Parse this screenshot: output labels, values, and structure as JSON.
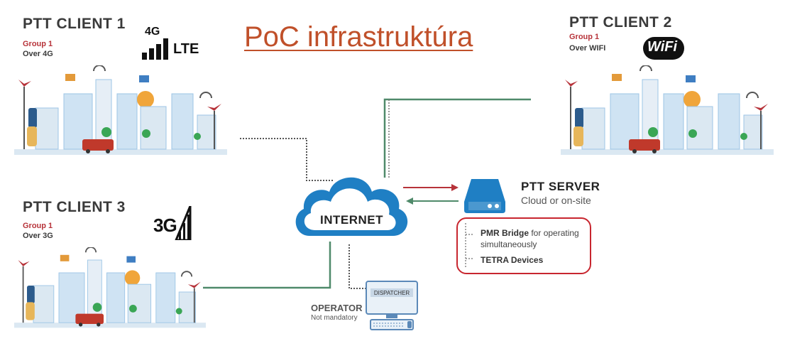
{
  "title": "PoC infrastruktúra",
  "clients": [
    {
      "name": "PTT CLIENT 1",
      "group": "Group 1",
      "over": "Over 4G",
      "badge": "4G",
      "badge2": "LTE"
    },
    {
      "name": "PTT CLIENT 2",
      "group": "Group 1",
      "over": "Over WIFI",
      "badge": "WiFi"
    },
    {
      "name": "PTT CLIENT 3",
      "group": "Group 1",
      "over": "Over 3G",
      "badge": "3G"
    }
  ],
  "internet": "INTERNET",
  "server": {
    "title": "PTT SERVER",
    "subtitle": "Cloud or on-site"
  },
  "pmr": {
    "bridge_bold": "PMR Bridge",
    "bridge_rest": " for operating",
    "bridge_line2": "simultaneously",
    "tetra": "TETRA Devices"
  },
  "operator": {
    "title": "OPERATOR",
    "subtitle": "Not mandatory",
    "screen": "DISPATCHER"
  },
  "colors": {
    "accent_red": "#b7333a",
    "line_green": "#4f8a6a",
    "cloud_blue": "#1f7fc4",
    "title_orange": "#c0502a"
  }
}
